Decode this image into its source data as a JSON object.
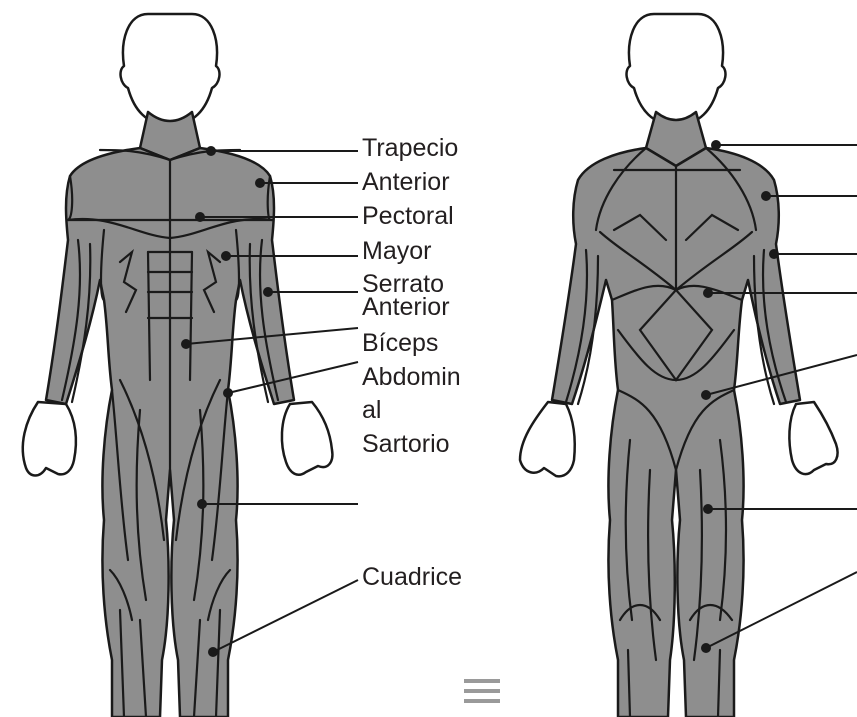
{
  "front_figure": {
    "labels": [
      "Trapecio",
      "Anterior",
      "Pectoral",
      "Mayor",
      "Serrato",
      "Anterior",
      "Bíceps",
      "Abdomin",
      "al",
      "Sartorio",
      "Cuadrice"
    ]
  },
  "colors": {
    "muscle": "#8e8e8e",
    "outline": "#1a1a1a",
    "skin": "#ffffff",
    "label_text": "#231f20"
  },
  "icons": {
    "watermark": "watermark-logo"
  }
}
